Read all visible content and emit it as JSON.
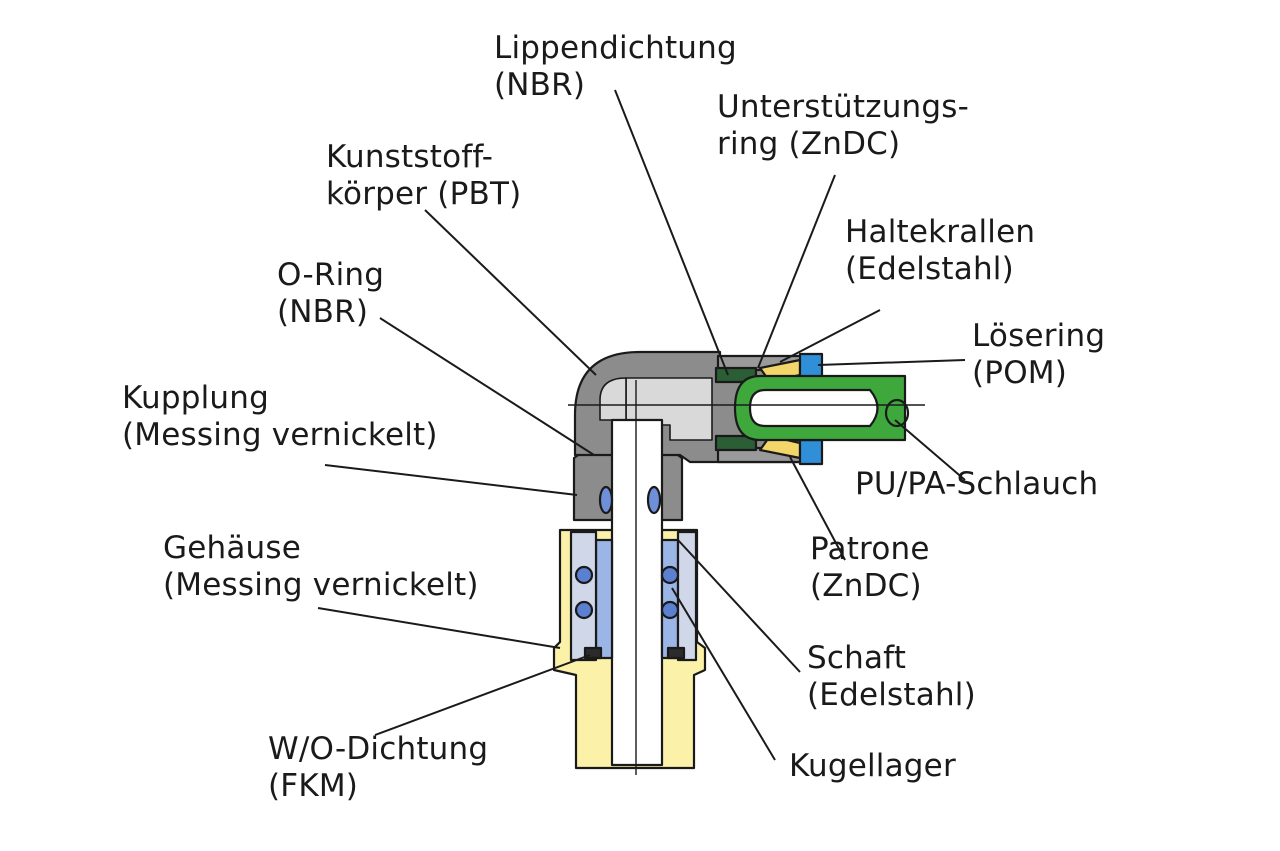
{
  "diagram": {
    "labels": [
      {
        "id": "lippendichtung",
        "lines": [
          "Lippendichtung",
          "(NBR)"
        ]
      },
      {
        "id": "unterstuetzungsring",
        "lines": [
          "Unterstützungs-",
          "ring (ZnDC)"
        ]
      },
      {
        "id": "kunststoffkoerper",
        "lines": [
          "Kunststoff-",
          "körper (PBT)"
        ]
      },
      {
        "id": "haltekrallen",
        "lines": [
          "Haltekrallen",
          "(Edelstahl)"
        ]
      },
      {
        "id": "o-ring",
        "lines": [
          "O-Ring",
          "(NBR)"
        ]
      },
      {
        "id": "loesering",
        "lines": [
          "Lösering",
          "(POM)"
        ]
      },
      {
        "id": "kupplung",
        "lines": [
          "Kupplung",
          "(Messing vernickelt)"
        ]
      },
      {
        "id": "schlauch",
        "lines": [
          "PU/PA-Schlauch"
        ]
      },
      {
        "id": "gehaeuse",
        "lines": [
          "Gehäuse",
          "(Messing vernickelt)"
        ]
      },
      {
        "id": "patrone",
        "lines": [
          "Patrone",
          "(ZnDC)"
        ]
      },
      {
        "id": "schaft",
        "lines": [
          "Schaft",
          "(Edelstahl)"
        ]
      },
      {
        "id": "wo-dichtung",
        "lines": [
          "W/O-Dichtung",
          "(FKM)"
        ]
      },
      {
        "id": "kugellager",
        "lines": [
          "Kugellager"
        ]
      }
    ],
    "colors": {
      "body_gray": "#8c8c8c",
      "bore_light": "#d9d9d9",
      "brass_yellow": "#fbf1a8",
      "cartridge_blue": "#9bb5e6",
      "release_blue": "#2f8fd9",
      "tube_green": "#3ea83c",
      "seal_green": "#2b5e34",
      "claw_yellow": "#f2d66a",
      "ink": "#1a1a1a"
    }
  }
}
